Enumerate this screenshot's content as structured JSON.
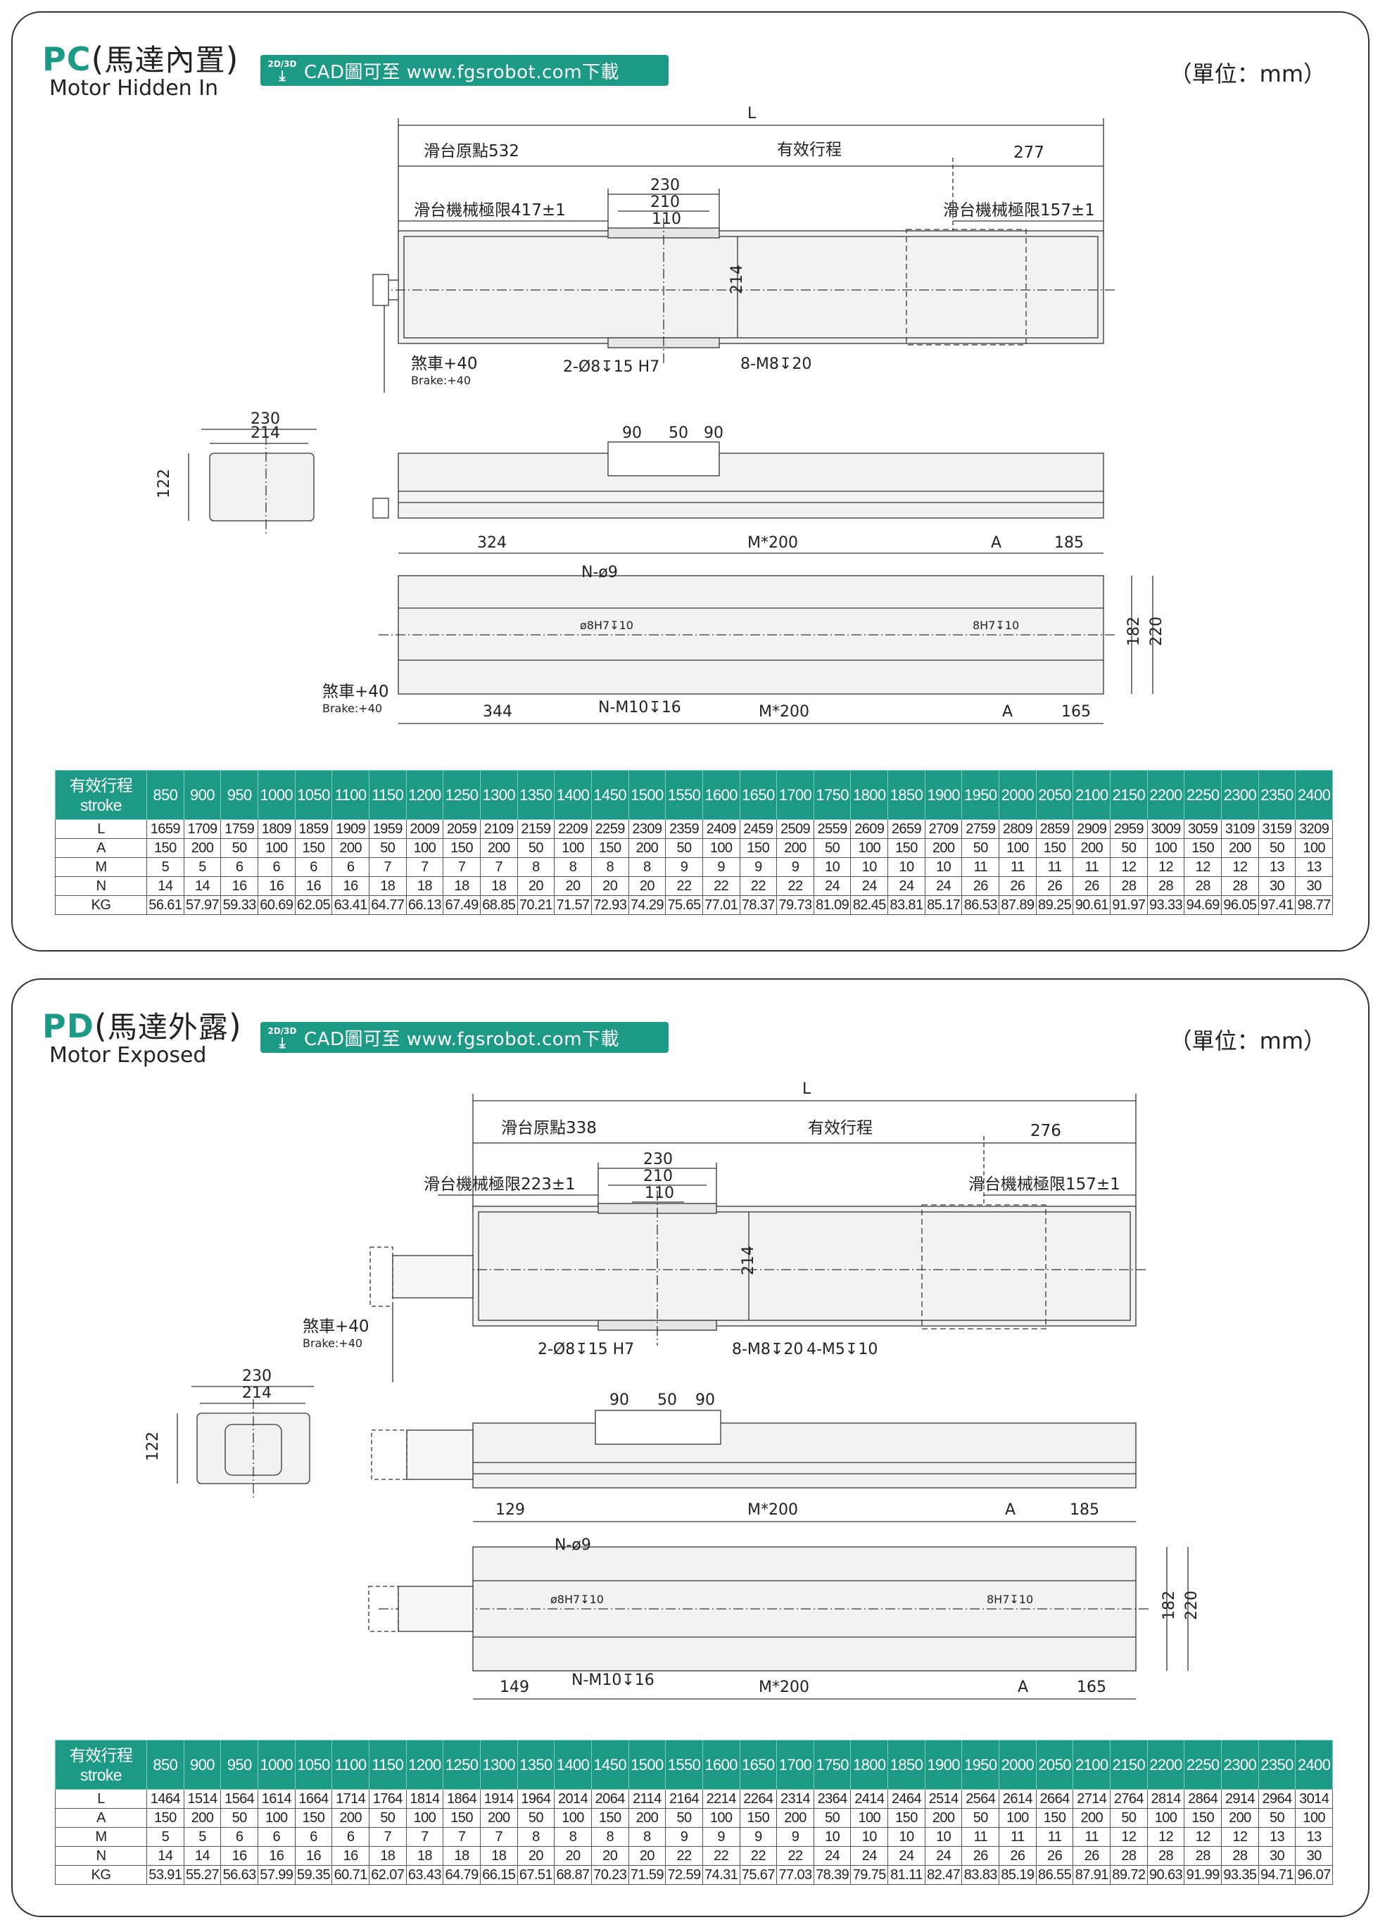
{
  "stroke_header": [
    "850",
    "900",
    "950",
    "1000",
    "1050",
    "1100",
    "1150",
    "1200",
    "1250",
    "1300",
    "1350",
    "1400",
    "1450",
    "1500",
    "1550",
    "1600",
    "1650",
    "1700",
    "1750",
    "1800",
    "1850",
    "1900",
    "1950",
    "2000",
    "2050",
    "2100",
    "2150",
    "2200",
    "2250",
    "2300",
    "2350",
    "2400"
  ],
  "shared_rows": {
    "A": [
      "150",
      "200",
      "50",
      "100",
      "150",
      "200",
      "50",
      "100",
      "150",
      "200",
      "50",
      "100",
      "150",
      "200",
      "50",
      "100",
      "150",
      "200",
      "50",
      "100",
      "150",
      "200",
      "50",
      "100",
      "150",
      "200",
      "50",
      "100",
      "150",
      "200",
      "50",
      "100"
    ],
    "M": [
      "5",
      "5",
      "6",
      "6",
      "6",
      "6",
      "7",
      "7",
      "7",
      "7",
      "8",
      "8",
      "8",
      "8",
      "9",
      "9",
      "9",
      "9",
      "10",
      "10",
      "10",
      "10",
      "11",
      "11",
      "11",
      "11",
      "12",
      "12",
      "12",
      "12",
      "13",
      "13"
    ],
    "N": [
      "14",
      "14",
      "16",
      "16",
      "16",
      "16",
      "18",
      "18",
      "18",
      "18",
      "20",
      "20",
      "20",
      "20",
      "22",
      "22",
      "22",
      "22",
      "24",
      "24",
      "24",
      "24",
      "26",
      "26",
      "26",
      "26",
      "28",
      "28",
      "28",
      "28",
      "30",
      "30"
    ]
  },
  "sections": [
    {
      "code": "PC",
      "title_cn": "馬達內置",
      "title_en": "Motor Hidden In",
      "cad_tag": "2D/3D",
      "cad_text": "CAD圖可至 www.fgsrobot.com下載",
      "unit": "（單位：mm）",
      "dims": {
        "L": "L",
        "origin": "滑台原點532",
        "stroke_label": "有效行程",
        "right_end": "277",
        "w230": "230",
        "w210": "210",
        "w110": "110",
        "left_limit": "滑台機械極限417±1",
        "right_limit": "滑台機械極限157±1",
        "height214": "214",
        "brake_cn": "煞車+40",
        "brake_en": "Brake:+40",
        "pin_hole": "2-Ø8",
        "pin_depth": "15 H7",
        "screw": "8-M8",
        "screw_depth": "20",
        "end_w230": "230",
        "end_w214": "214",
        "end_h122": "122",
        "carriage_90a": "90",
        "carriage_50": "50",
        "carriage_90b": "90",
        "bottom_top_left": "324",
        "bottom_top_pitch": "M*200",
        "bottom_A": "A",
        "bottom_top_right": "185",
        "n_hole": "N-ø9",
        "pin_bottom_left": "ø8H7",
        "pin_bottom_left_depth": "10",
        "pin_bottom_right": "8H7",
        "pin_bottom_right_depth": "10",
        "bottom_182": "182",
        "bottom_220": "220",
        "bottom_bot_left": "344",
        "n_tap": "N-M10",
        "n_tap_depth": "16",
        "bottom_bot_pitch": "M*200",
        "bottom_bot_A": "A",
        "bottom_bot_right": "165"
      },
      "table": {
        "head_cn": "有效行程",
        "head_en": "stroke",
        "L": [
          "1659",
          "1709",
          "1759",
          "1809",
          "1859",
          "1909",
          "1959",
          "2009",
          "2059",
          "2109",
          "2159",
          "2209",
          "2259",
          "2309",
          "2359",
          "2409",
          "2459",
          "2509",
          "2559",
          "2609",
          "2659",
          "2709",
          "2759",
          "2809",
          "2859",
          "2909",
          "2959",
          "3009",
          "3059",
          "3109",
          "3159",
          "3209"
        ],
        "KG": [
          "56.61",
          "57.97",
          "59.33",
          "60.69",
          "62.05",
          "63.41",
          "64.77",
          "66.13",
          "67.49",
          "68.85",
          "70.21",
          "71.57",
          "72.93",
          "74.29",
          "75.65",
          "77.01",
          "78.37",
          "79.73",
          "81.09",
          "82.45",
          "83.81",
          "85.17",
          "86.53",
          "87.89",
          "89.25",
          "90.61",
          "91.97",
          "93.33",
          "94.69",
          "96.05",
          "97.41",
          "98.77"
        ]
      }
    },
    {
      "code": "PD",
      "title_cn": "馬達外露",
      "title_en": "Motor Exposed",
      "cad_tag": "2D/3D",
      "cad_text": "CAD圖可至 www.fgsrobot.com下載",
      "unit": "（單位：mm）",
      "dims": {
        "L": "L",
        "origin": "滑台原點338",
        "stroke_label": "有效行程",
        "right_end": "276",
        "w230": "230",
        "w210": "210",
        "w110": "110",
        "left_limit": "滑台機械極限223±1",
        "right_limit": "滑台機械極限157±1",
        "height214": "214",
        "brake_cn": "煞車+40",
        "brake_en": "Brake:+40",
        "pin_hole": "2-Ø8",
        "pin_depth": "15 H7",
        "screw": "8-M8",
        "screw_depth": "20",
        "screw2": "4-M5",
        "screw2_depth": "10",
        "end_w230": "230",
        "end_w214": "214",
        "end_h122": "122",
        "carriage_90a": "90",
        "carriage_50": "50",
        "carriage_90b": "90",
        "bottom_top_left": "129",
        "bottom_top_pitch": "M*200",
        "bottom_A": "A",
        "bottom_top_right": "185",
        "n_hole": "N-ø9",
        "pin_bottom_left": "ø8H7",
        "pin_bottom_left_depth": "10",
        "pin_bottom_right": "8H7",
        "pin_bottom_right_depth": "10",
        "bottom_182": "182",
        "bottom_220": "220",
        "bottom_bot_left": "149",
        "n_tap": "N-M10",
        "n_tap_depth": "16",
        "bottom_bot_pitch": "M*200",
        "bottom_bot_A": "A",
        "bottom_bot_right": "165"
      },
      "table": {
        "head_cn": "有效行程",
        "head_en": "stroke",
        "L": [
          "1464",
          "1514",
          "1564",
          "1614",
          "1664",
          "1714",
          "1764",
          "1814",
          "1864",
          "1914",
          "1964",
          "2014",
          "2064",
          "2114",
          "2164",
          "2214",
          "2264",
          "2314",
          "2364",
          "2414",
          "2464",
          "2514",
          "2564",
          "2614",
          "2664",
          "2714",
          "2764",
          "2814",
          "2864",
          "2914",
          "2964",
          "3014"
        ],
        "KG": [
          "53.91",
          "55.27",
          "56.63",
          "57.99",
          "59.35",
          "60.71",
          "62.07",
          "63.43",
          "64.79",
          "66.15",
          "67.51",
          "68.87",
          "70.23",
          "71.59",
          "72.59",
          "74.31",
          "75.67",
          "77.03",
          "78.39",
          "79.75",
          "81.11",
          "82.47",
          "83.83",
          "85.19",
          "86.55",
          "87.91",
          "89.72",
          "90.63",
          "91.99",
          "93.35",
          "94.71",
          "96.07"
        ]
      }
    }
  ]
}
